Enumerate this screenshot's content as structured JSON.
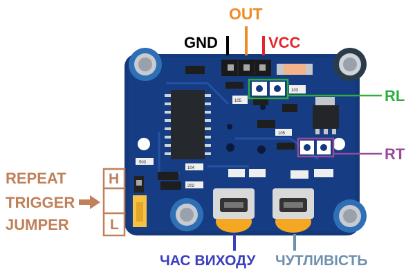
{
  "labels": {
    "out": "OUT",
    "gnd": "GND",
    "vcc": "VCC",
    "rl": "RL",
    "rt": "RT",
    "repeat": "REPEAT",
    "trigger": "TRIGGER",
    "jumper": "JUMPER",
    "h": "H",
    "l": "L",
    "time": "ЧАС ВИХОДУ",
    "sensitivity": "ЧУТЛИВІСТЬ"
  },
  "colors": {
    "out": "#f08a24",
    "gnd": "#000000",
    "vcc": "#e0262e",
    "rl": "#2eae3e",
    "rt": "#9a4a9a",
    "jumper_text": "#c0805a",
    "time": "#3b3fbf",
    "sensitivity": "#6f8fb0",
    "board": "#143a7a"
  },
  "board_marks": {
    "c1": "105",
    "c2": "103",
    "c3": "503",
    "c4": "104",
    "c5": "202",
    "c6": "105"
  }
}
